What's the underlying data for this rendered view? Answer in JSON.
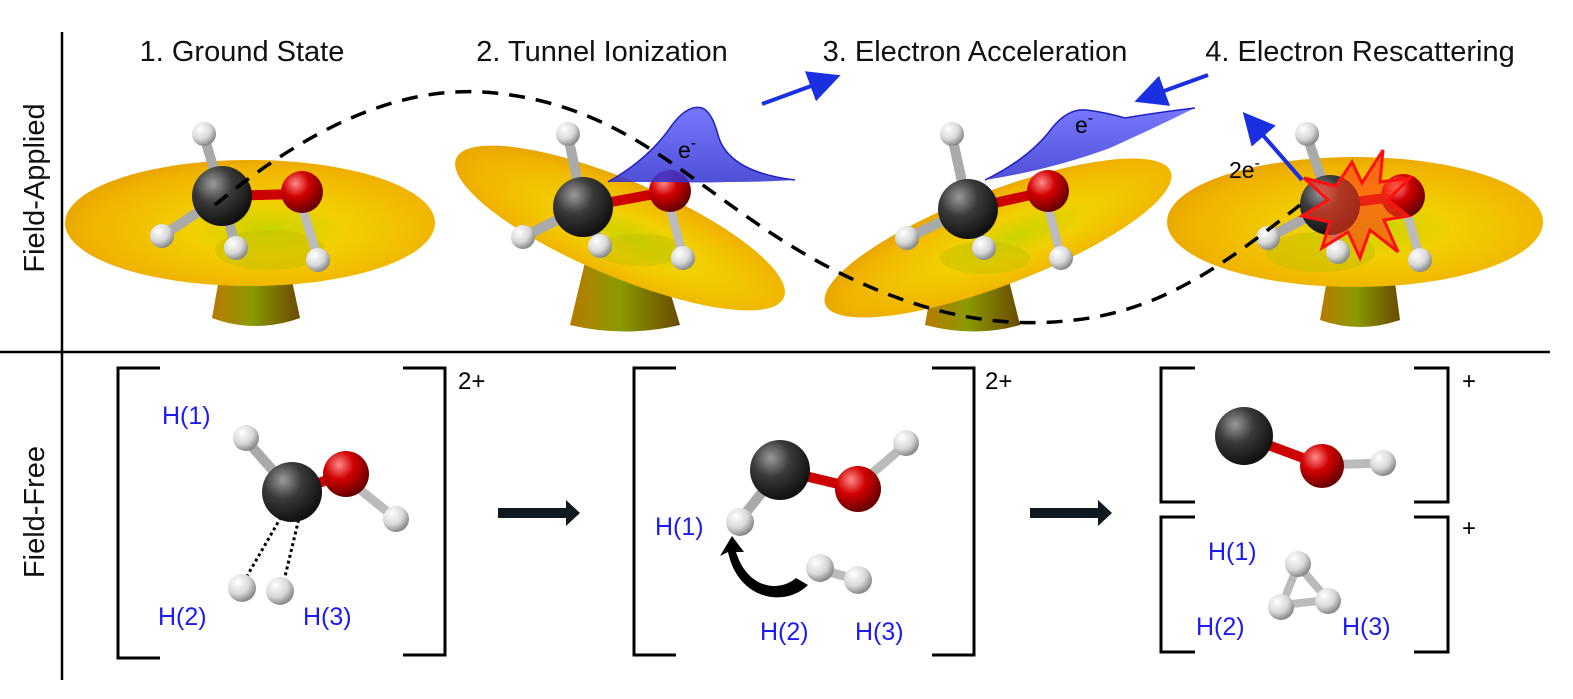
{
  "row_labels": {
    "top": "Field-Applied",
    "bottom": "Field-Free"
  },
  "steps": [
    {
      "label": "1. Ground State"
    },
    {
      "label": "2. Tunnel Ionization"
    },
    {
      "label": "3. Electron Acceleration"
    },
    {
      "label": "4. Electron Rescattering"
    }
  ],
  "electron_labels": {
    "ionization": "e",
    "acceleration": "e",
    "rescattering": "2e",
    "superscript": "-"
  },
  "field_free": {
    "panel1": {
      "charge": "2+",
      "h1": "H(1)",
      "h2": "H(2)",
      "h3": "H(3)"
    },
    "panel2": {
      "charge": "2+",
      "h1": "H(1)",
      "h2": "H(2)",
      "h3": "H(3)"
    },
    "panel3": {
      "charge_top": "+",
      "charge_bottom": "+",
      "h1": "H(1)",
      "h2": "H(2)",
      "h3": "H(3)"
    }
  },
  "colors": {
    "surface": "#f2c200",
    "surface_dark": "#e6a200",
    "carbon": "#3a3a3a",
    "oxygen": "#d20000",
    "hydrogen": "#e8e8e8",
    "electron_wave": "#4a4ae8",
    "arrow_blue": "#1a2fe0",
    "label_blue": "#1c1cf0",
    "burst": "#ff3a1a"
  }
}
